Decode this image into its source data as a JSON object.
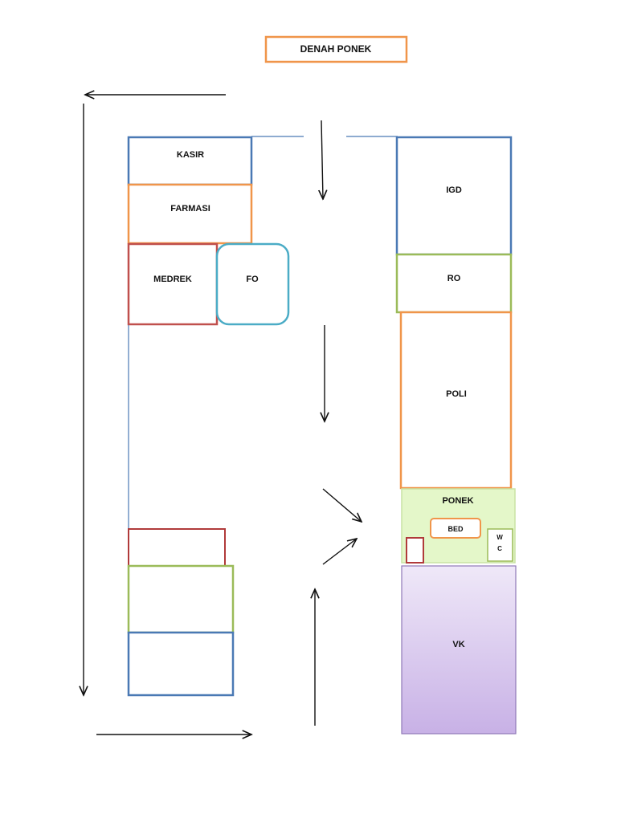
{
  "title": "DENAH PONEK",
  "rooms": {
    "kasir": "KASIR",
    "farmasi": "FARMASI",
    "medrek": "MEDREK",
    "fo": "FO",
    "igd": "IGD",
    "ro": "RO",
    "poli": "POLI",
    "ponek": "PONEK",
    "bed": "BED",
    "wc_w": "W",
    "wc_c": "C",
    "vk": "VK"
  },
  "colors": {
    "blue": "#4a79b4",
    "orange": "#f0954a",
    "red": "#c0504d",
    "teal": "#4bacc6",
    "green": "#9bbb59",
    "dark_red": "#b03a3a",
    "ponek_fill": "#e4f7c9",
    "vk_fill_top": "#efe8f8",
    "vk_fill_bottom": "#c8b1e6",
    "vk_stroke": "#8f79b8",
    "arrow": "#111111"
  }
}
